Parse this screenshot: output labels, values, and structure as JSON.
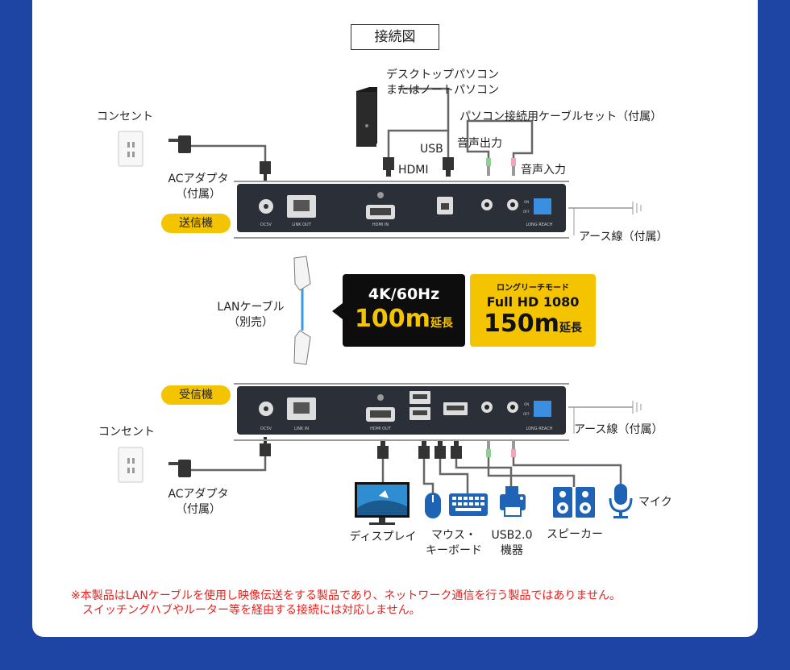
{
  "title": "接続図",
  "labels": {
    "outlet_top": "コンセント",
    "outlet_bottom": "コンセント",
    "pc_line1": "デスクトップパソコン",
    "pc_line2": "またはノートパソコン",
    "cable_set": "パソコン接続用ケーブルセット（付属）",
    "audio_out": "音声出力",
    "audio_in": "音声入力",
    "usb": "USB",
    "hdmi": "HDMI",
    "ac_top_line1": "ACアダプタ",
    "ac_top_line2": "（付属）",
    "ac_bottom_line1": "ACアダプタ",
    "ac_bottom_line2": "（付属）",
    "ground_top": "アース線（付属）",
    "ground_bottom": "アース線（付属）",
    "lan_line1": "LANケーブル",
    "lan_line2": "（別売）",
    "display": "ディスプレイ",
    "mouse_kb_line1": "マウス・",
    "mouse_kb_line2": "キーボード",
    "usb_device_line1": "USB2.0",
    "usb_device_line2": "機器",
    "speaker": "スピーカー",
    "mic": "マイク"
  },
  "badges": {
    "transmitter": "送信機",
    "receiver": "受信機"
  },
  "spec_black": {
    "line1": "4K/60Hz",
    "value": "100m",
    "suffix": "延長"
  },
  "spec_yellow": {
    "mode": "ロングリーチモード",
    "line1": "Full HD 1080",
    "value": "150m",
    "suffix": "延長"
  },
  "ports": {
    "dc": "DC5V",
    "link_out": "LINK OUT",
    "link_in": "LINK IN",
    "hdmi_in": "HDMI IN",
    "hdmi_out": "HDMI OUT",
    "long_reach": "LONG REACH",
    "on": "ON",
    "off": "OFF"
  },
  "note": {
    "line1": "※本製品はLANケーブルを使用し映像伝送をする製品であり、ネットワーク通信を行う製品ではありません。",
    "line2": "　スイッチングハブやルーター等を経由する接続には対応しません。"
  },
  "colors": {
    "background": "#1f45a4",
    "accent_yellow": "#f5c400",
    "note_red": "#e8201c",
    "device": "#2b2f37",
    "icon_blue": "#1e63b5",
    "lan_blue": "#3a9ae0"
  }
}
